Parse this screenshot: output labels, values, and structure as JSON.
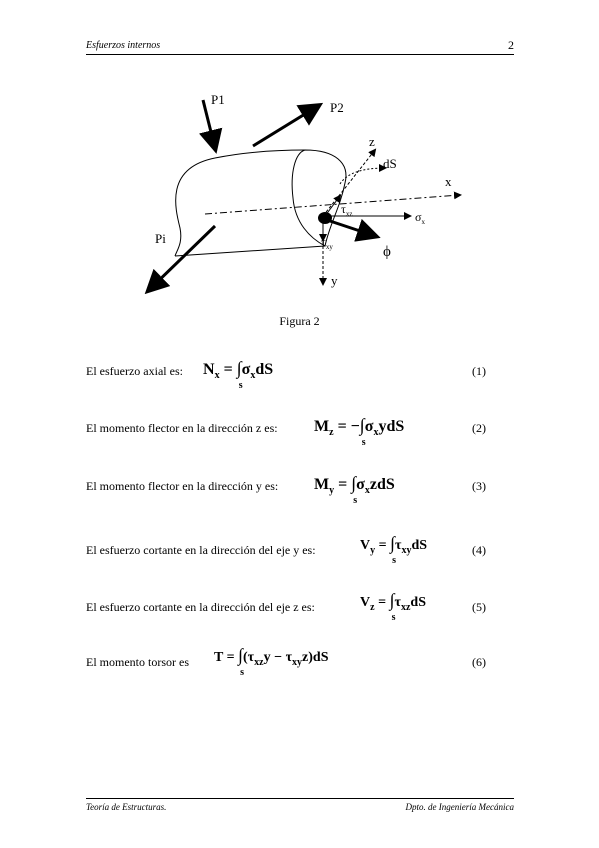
{
  "header": {
    "left": "Esfuerzos internos",
    "page_number": "2"
  },
  "figure": {
    "labels": {
      "p1": "P1",
      "p2": "P2",
      "pi": "Pi",
      "z": "z",
      "ds": "dS",
      "x": "x",
      "tau_xz": "τ",
      "tau_xz_sub": "xz",
      "sigma_x": "σ",
      "sigma_x_sub": "x",
      "tau_xy": "τ",
      "tau_xy_sub": "xy",
      "phi": "ϕ",
      "y": "y"
    },
    "caption": "Figura 2"
  },
  "equations": [
    {
      "label": "El esfuerzo axial es:",
      "number": "(1)",
      "lhs": "N",
      "lhs_sub": "x",
      "eq": " = ",
      "integrand": "σ",
      "integrand_sub": "x",
      "tail": "dS",
      "limit": "s"
    },
    {
      "label": "El momento flector en la dirección z es:",
      "number": "(2)",
      "lhs": "M",
      "lhs_sub": "z",
      "eq": " = −",
      "integrand": "σ",
      "integrand_sub": "x",
      "tail": "ydS",
      "limit": "s"
    },
    {
      "label": "El momento flector en la dirección y es:",
      "number": "(3)",
      "lhs": "M",
      "lhs_sub": "y",
      "eq": " = ",
      "integrand": "σ",
      "integrand_sub": "x",
      "tail": "zdS",
      "limit": "s"
    },
    {
      "label": "El esfuerzo cortante en la dirección del eje y es:",
      "number": "(4)",
      "lhs": "V",
      "lhs_sub": "y",
      "eq": " = ",
      "integrand": "τ",
      "integrand_sub": "xy",
      "tail": "dS",
      "limit": "s"
    },
    {
      "label": "El esfuerzo cortante en la dirección del eje z es:",
      "number": "(5)",
      "lhs": "V",
      "lhs_sub": "z",
      "eq": " = ",
      "integrand": "τ",
      "integrand_sub": "xz",
      "tail": "dS",
      "limit": "s"
    },
    {
      "label": "El momento torsor es",
      "number": "(6)",
      "lhs": "T",
      "lhs_sub": "",
      "eq": " = ",
      "integrand": "(τ",
      "integrand_sub": "xz",
      "tail": "y − τ",
      "tail_sub": "xy",
      "tail2": "z)dS",
      "limit": "s"
    }
  ],
  "footer": {
    "left": "Teoría de Estructuras.",
    "right": "Dpto. de Ingeniería Mecánica"
  }
}
